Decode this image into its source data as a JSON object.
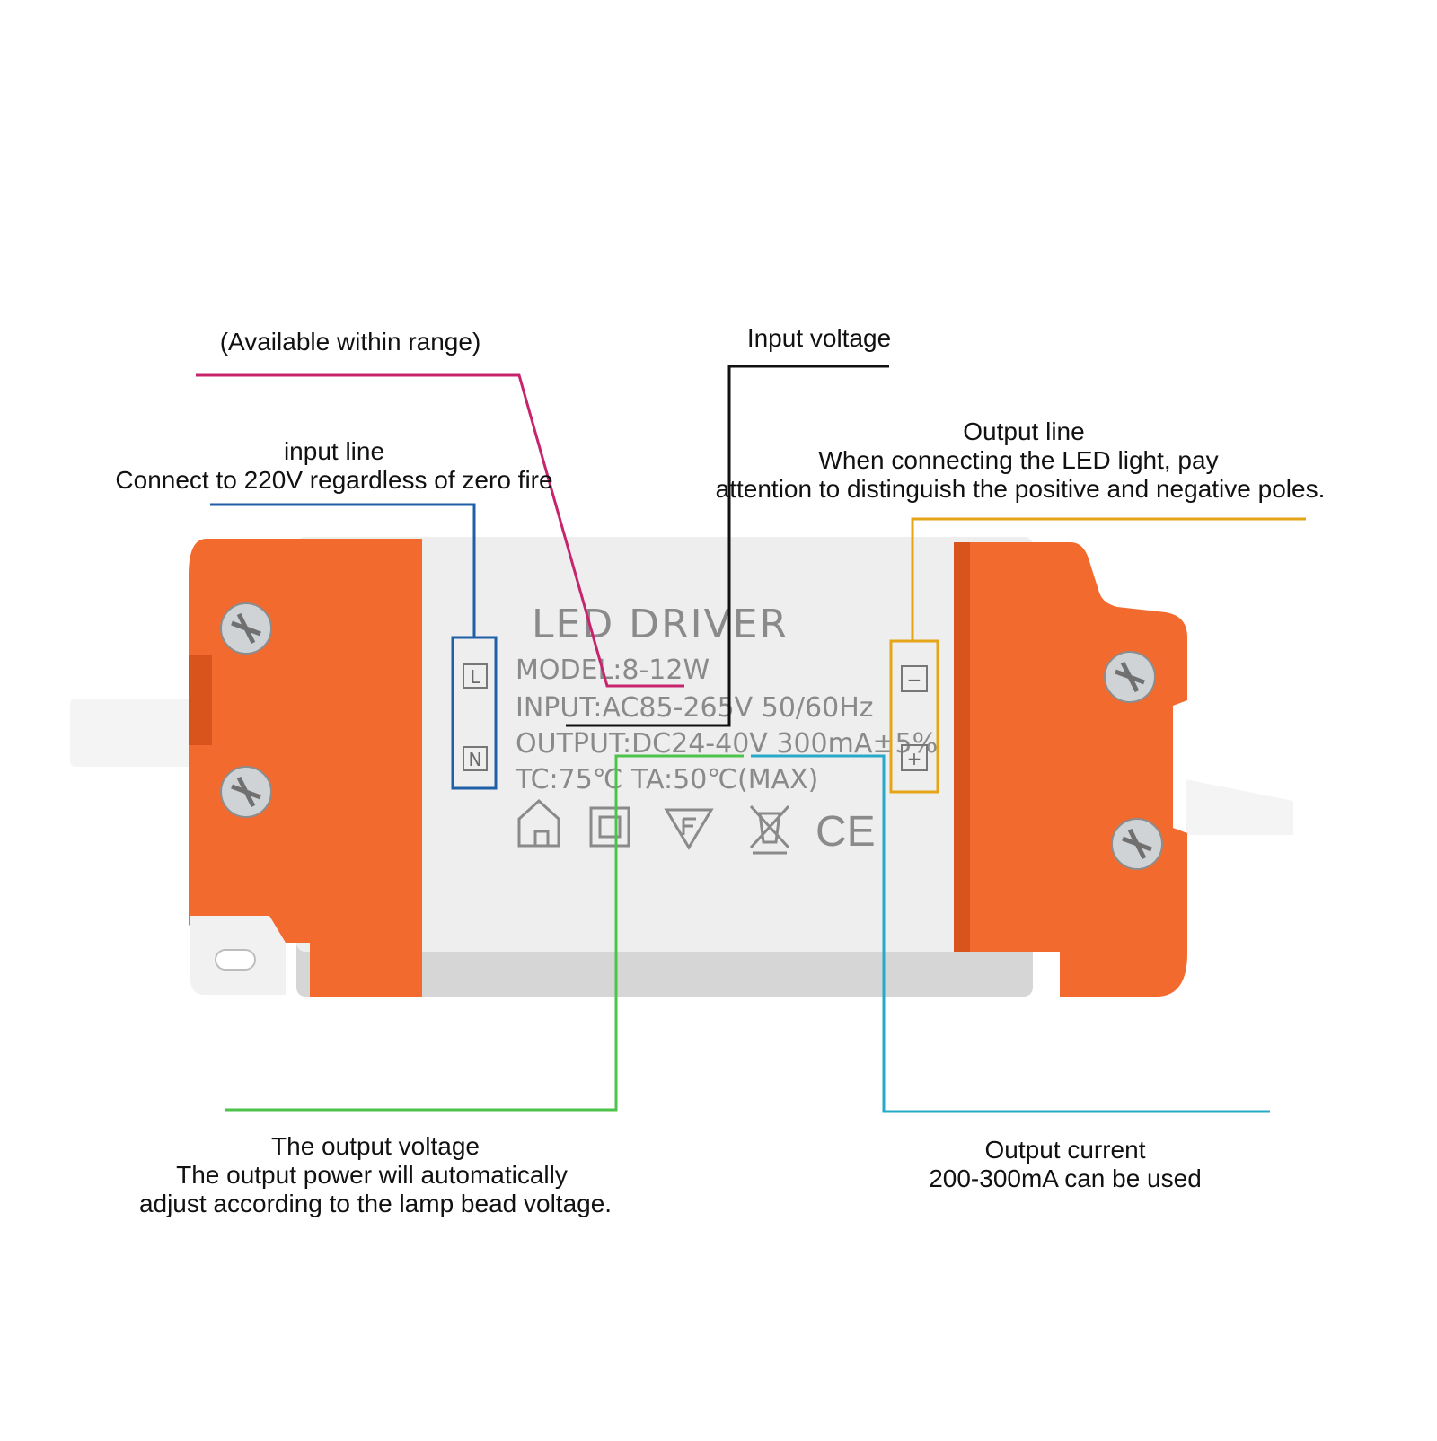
{
  "colors": {
    "orange": "#f26a2e",
    "orange_dark": "#d9541c",
    "body": "#eeeeee",
    "body_shadow": "#d6d6d6",
    "cable": "#f4f4f4",
    "line_magenta": "#c8246e",
    "line_black": "#111111",
    "line_blue": "#1f5fa8",
    "line_yellow": "#e6a417",
    "line_green": "#4cc34a",
    "line_cyan": "#27a9c9"
  },
  "device": {
    "title": "LED DRIVER",
    "model": "MODEL:8-12W",
    "input": "INPUT:AC85-265V 50/60Hz",
    "output": "OUTPUT:DC24-40V 300mA±5%",
    "temps": "TC:75℃ TA:50℃(MAX)",
    "terminal_l": "L",
    "terminal_n": "N",
    "terminal_minus": "−",
    "terminal_plus": "+",
    "certification_icons": [
      "indoor-use-house-icon",
      "double-insulation-icon",
      "f-mark-icon",
      "weee-bin-icon",
      "ce-mark-icon"
    ],
    "ce_text": "CE"
  },
  "callouts": {
    "range": "(Available within range)",
    "input_voltage": "Input voltage",
    "input_line_title": "input line",
    "input_line_desc": "Connect to 220V regardless of zero fire",
    "output_line_title": "Output line",
    "output_line_desc_1": "When connecting the LED light, pay",
    "output_line_desc_2": "attention to distinguish the positive and negative poles.",
    "output_voltage_title": "The output voltage",
    "output_voltage_desc_1": "The output power will automatically",
    "output_voltage_desc_2": "adjust according to the lamp bead voltage.",
    "output_current_title": "Output current",
    "output_current_desc": "200-300mA can be used"
  }
}
